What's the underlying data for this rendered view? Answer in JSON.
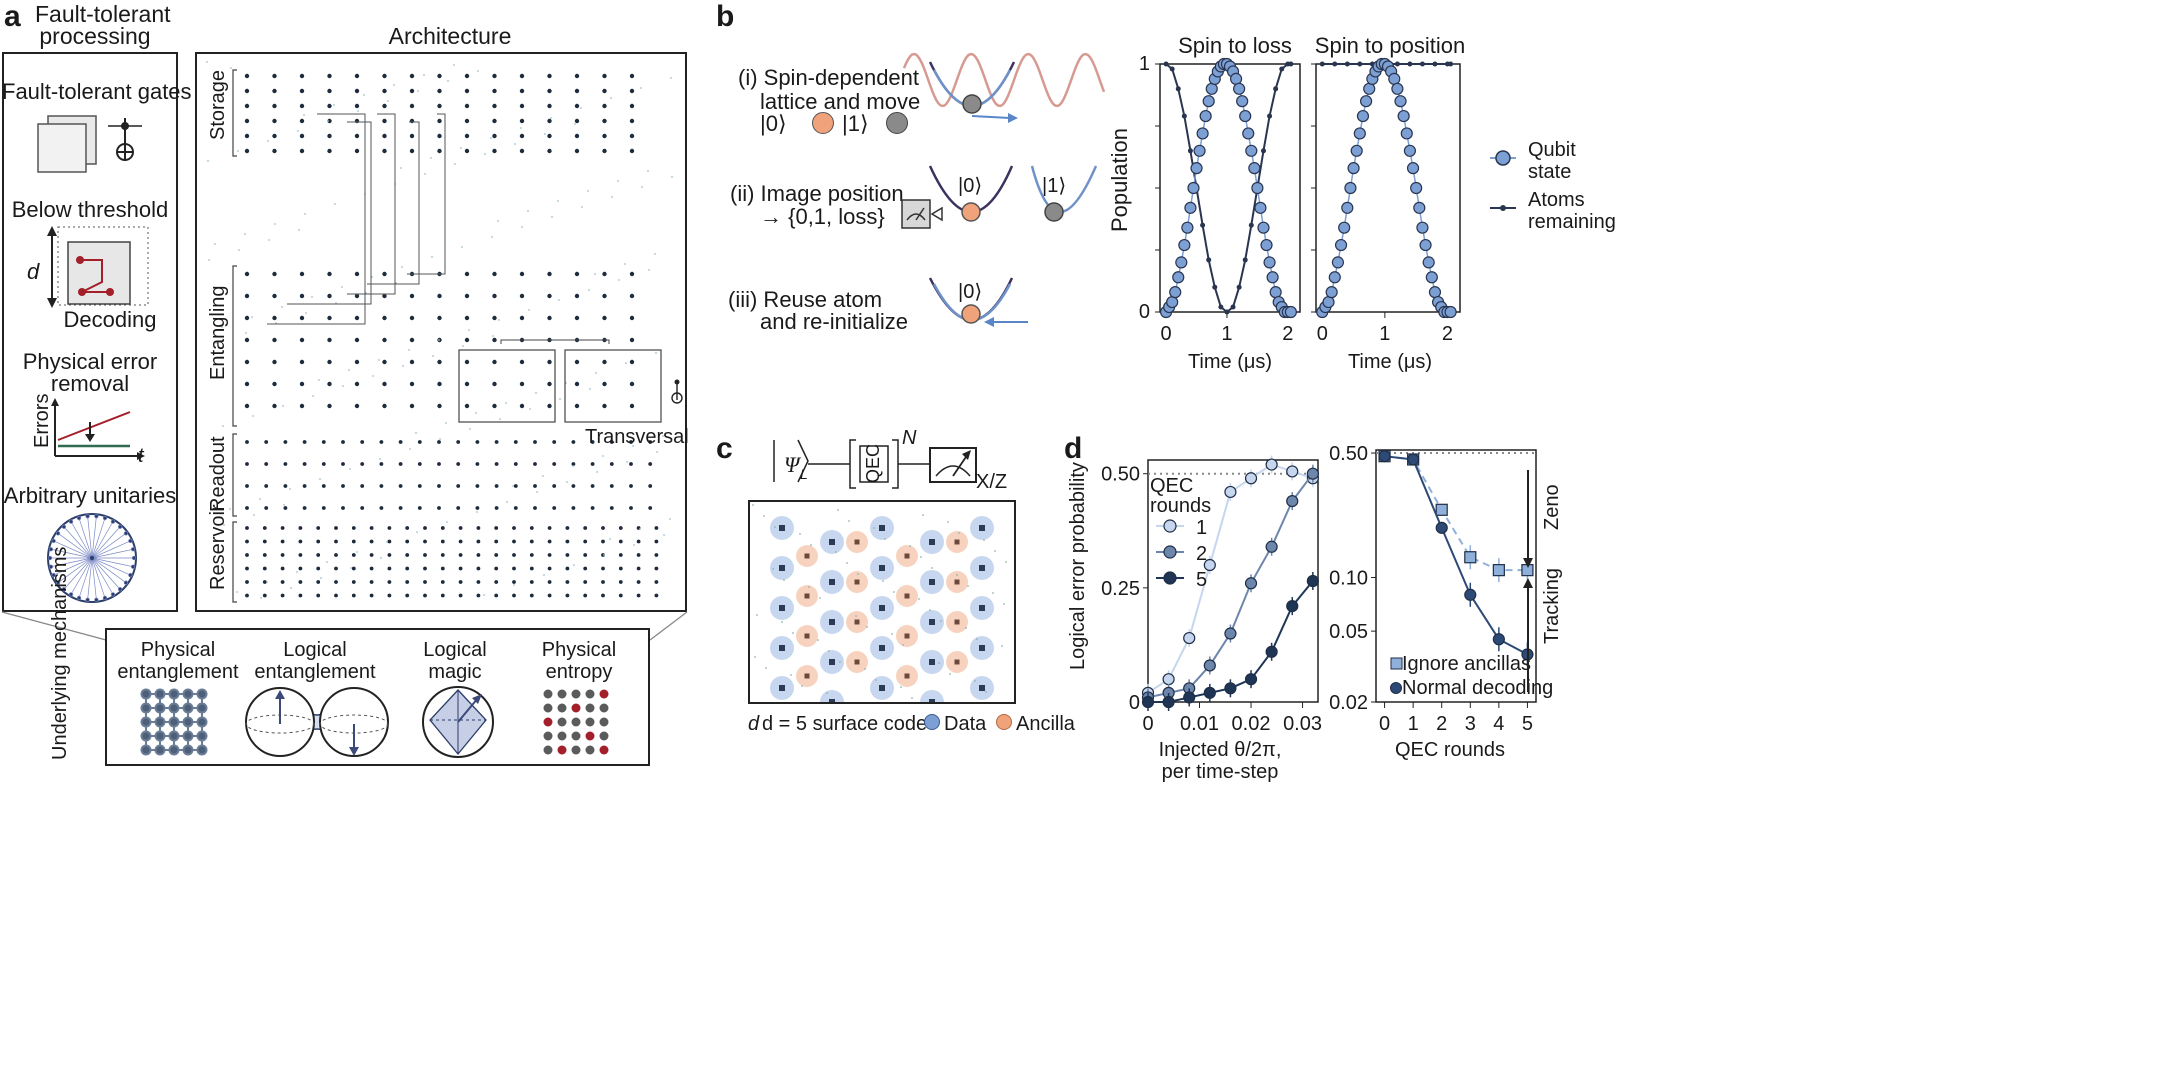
{
  "panel_a": {
    "letter": "a",
    "ft_title_1": "Fault-tolerant",
    "ft_title_2": "processing",
    "arch_title": "Architecture",
    "ft_gates": "Fault-tolerant gates",
    "below_threshold": "Below threshold",
    "d_label": "d",
    "decoding": "Decoding",
    "phys_err_1": "Physical error",
    "phys_err_2": "removal",
    "errors_axis": "Errors",
    "t_axis": "t",
    "arbitrary": "Arbitrary unitaries",
    "zones": [
      "Storage",
      "Entangling",
      "Readout",
      "Reservoir"
    ],
    "transversal": "Transversal",
    "mechanisms_title": "Underlying mechanisms",
    "mechanisms": [
      {
        "line1": "Physical",
        "line2": "entanglement"
      },
      {
        "line1": "Logical",
        "line2": "entanglement"
      },
      {
        "line1": "Logical",
        "line2": "magic"
      },
      {
        "line1": "Physical",
        "line2": "entropy"
      }
    ]
  },
  "panel_b": {
    "letter": "b",
    "step1_a": "(i)  Spin-dependent",
    "step1_b": "lattice and move",
    "step1_c": "|0⟩",
    "step1_d": "|1⟩",
    "step2_a": "(ii)  Image position",
    "step2_b": "→ {0,1, loss}",
    "step2_ket0": "|0⟩",
    "step2_ket1": "|1⟩",
    "step3_a": "(iii)  Reuse atom",
    "step3_b": "and re-initialize",
    "step3_ket0": "|0⟩",
    "legend_qubit_1": "Qubit",
    "legend_qubit_2": "state",
    "legend_atoms_1": "Atoms",
    "legend_atoms_2": "remaining",
    "colors": {
      "qubit": "#7c9fd4",
      "atoms": "#2a3550",
      "orange": "#f0a27a",
      "grey": "#8a8a8a"
    }
  },
  "panel_c": {
    "letter": "c",
    "psi": "Ψ",
    "psi_sub": "L",
    "qec": "QEC",
    "superscript": "N",
    "measure": "X/Z",
    "caption": "d = 5 surface code",
    "legend_data": "Data",
    "legend_ancilla": "Ancilla"
  },
  "panel_d": {
    "letter": "d",
    "zeno": "Zeno",
    "tracking": "Tracking"
  },
  "chart_data": [
    {
      "type": "scatter",
      "title": "Spin to loss",
      "xlabel": "Time (μs)",
      "ylabel": "Population",
      "xlim": [
        -0.1,
        2.2
      ],
      "ylim": [
        0,
        1
      ],
      "xticks": [
        "0",
        "1",
        "2"
      ],
      "yticks": [
        "0",
        "1"
      ],
      "series": [
        {
          "name": "Qubit state",
          "x": [
            0.0,
            0.05,
            0.1,
            0.15,
            0.2,
            0.25,
            0.3,
            0.35,
            0.4,
            0.45,
            0.5,
            0.55,
            0.6,
            0.65,
            0.7,
            0.75,
            0.8,
            0.85,
            0.9,
            0.95,
            1.0,
            1.05,
            1.1,
            1.15,
            1.2,
            1.25,
            1.3,
            1.35,
            1.4,
            1.45,
            1.5,
            1.55,
            1.6,
            1.65,
            1.7,
            1.75,
            1.8,
            1.85,
            1.9,
            1.95,
            2.0,
            2.05
          ],
          "y": [
            0.0,
            0.02,
            0.04,
            0.08,
            0.14,
            0.2,
            0.27,
            0.34,
            0.42,
            0.5,
            0.58,
            0.65,
            0.72,
            0.79,
            0.85,
            0.9,
            0.94,
            0.97,
            0.99,
            1.0,
            1.0,
            0.99,
            0.97,
            0.94,
            0.9,
            0.85,
            0.79,
            0.72,
            0.65,
            0.58,
            0.5,
            0.42,
            0.34,
            0.27,
            0.2,
            0.14,
            0.08,
            0.04,
            0.02,
            0.0,
            0.0,
            0.0
          ]
        },
        {
          "name": "Atoms remaining",
          "x": [
            0.0,
            0.1,
            0.2,
            0.3,
            0.4,
            0.5,
            0.6,
            0.7,
            0.8,
            0.9,
            1.0,
            1.1,
            1.2,
            1.3,
            1.4,
            1.5,
            1.6,
            1.7,
            1.8,
            1.9,
            2.0,
            2.05
          ],
          "y": [
            1.0,
            0.98,
            0.9,
            0.79,
            0.65,
            0.5,
            0.35,
            0.21,
            0.1,
            0.02,
            0.0,
            0.02,
            0.1,
            0.21,
            0.35,
            0.5,
            0.65,
            0.79,
            0.9,
            0.98,
            1.0,
            1.0
          ]
        }
      ]
    },
    {
      "type": "scatter",
      "title": "Spin to position",
      "xlabel": "Time (μs)",
      "ylabel": "",
      "xlim": [
        -0.1,
        2.2
      ],
      "ylim": [
        0,
        1
      ],
      "xticks": [
        "0",
        "1",
        "2"
      ],
      "series": [
        {
          "name": "Qubit state",
          "x": [
            0.0,
            0.05,
            0.1,
            0.15,
            0.2,
            0.25,
            0.3,
            0.35,
            0.4,
            0.45,
            0.5,
            0.55,
            0.6,
            0.65,
            0.7,
            0.75,
            0.8,
            0.85,
            0.9,
            0.95,
            1.0,
            1.05,
            1.1,
            1.15,
            1.2,
            1.25,
            1.3,
            1.35,
            1.4,
            1.45,
            1.5,
            1.55,
            1.6,
            1.65,
            1.7,
            1.75,
            1.8,
            1.85,
            1.9,
            1.95,
            2.0,
            2.05
          ],
          "y": [
            0.0,
            0.02,
            0.04,
            0.08,
            0.14,
            0.2,
            0.27,
            0.34,
            0.42,
            0.5,
            0.58,
            0.65,
            0.72,
            0.79,
            0.85,
            0.9,
            0.94,
            0.97,
            0.99,
            1.0,
            1.0,
            0.99,
            0.97,
            0.94,
            0.9,
            0.85,
            0.79,
            0.72,
            0.65,
            0.58,
            0.5,
            0.42,
            0.34,
            0.27,
            0.2,
            0.14,
            0.08,
            0.04,
            0.02,
            0.0,
            0.0,
            0.0
          ]
        },
        {
          "name": "Atoms remaining",
          "x": [
            0.0,
            0.2,
            0.4,
            0.6,
            0.8,
            1.0,
            1.2,
            1.4,
            1.6,
            1.8,
            2.0,
            2.05
          ],
          "y": [
            1.0,
            1.0,
            1.0,
            1.0,
            1.0,
            1.0,
            1.0,
            1.0,
            1.0,
            1.0,
            1.0,
            1.0
          ]
        }
      ]
    },
    {
      "type": "line",
      "xlabel_1": "Injected θ/2π,",
      "xlabel_2": "per time-step",
      "ylabel": "Logical error probability",
      "xlim": [
        0,
        0.033
      ],
      "ylim": [
        0,
        0.53
      ],
      "xticks": [
        "0",
        "0.01",
        "0.02",
        "0.03"
      ],
      "yticks": [
        "0",
        "0.25",
        "0.50"
      ],
      "legend_title_1": "QEC",
      "legend_title_2": "rounds",
      "series": [
        {
          "name": "1",
          "color": "#c5d6ee",
          "x": [
            0,
            0.004,
            0.008,
            0.012,
            0.016,
            0.02,
            0.024,
            0.028,
            0.032
          ],
          "y": [
            0.02,
            0.05,
            0.14,
            0.3,
            0.46,
            0.49,
            0.52,
            0.505,
            0.49
          ]
        },
        {
          "name": "2",
          "color": "#6d86ab",
          "x": [
            0,
            0.004,
            0.008,
            0.012,
            0.016,
            0.02,
            0.024,
            0.028,
            0.032
          ],
          "y": [
            0.01,
            0.02,
            0.03,
            0.08,
            0.15,
            0.26,
            0.34,
            0.44,
            0.5
          ]
        },
        {
          "name": "5",
          "color": "#1f3556",
          "x": [
            0,
            0.004,
            0.008,
            0.012,
            0.016,
            0.02,
            0.024,
            0.028,
            0.032
          ],
          "y": [
            0.0,
            0.0,
            0.01,
            0.02,
            0.03,
            0.05,
            0.11,
            0.21,
            0.265
          ]
        }
      ]
    },
    {
      "type": "line",
      "xlabel": "QEC rounds",
      "ylabel": "",
      "log_y": true,
      "xlim": [
        -0.3,
        5.3
      ],
      "ylim": [
        0.02,
        0.52
      ],
      "xticks": [
        "0",
        "1",
        "2",
        "3",
        "4",
        "5"
      ],
      "yticks": [
        "0.02",
        "0.05",
        "0.10",
        "0.50"
      ],
      "series": [
        {
          "name": "Ignore ancillas",
          "color": "#8fb0db",
          "x": [
            0,
            1,
            2,
            3,
            4,
            5
          ],
          "y": [
            0.48,
            0.46,
            0.24,
            0.13,
            0.11,
            0.11
          ]
        },
        {
          "name": "Normal decoding",
          "color": "#2c4a75",
          "x": [
            0,
            1,
            2,
            3,
            4,
            5
          ],
          "y": [
            0.48,
            0.46,
            0.19,
            0.08,
            0.045,
            0.037
          ]
        }
      ]
    }
  ]
}
